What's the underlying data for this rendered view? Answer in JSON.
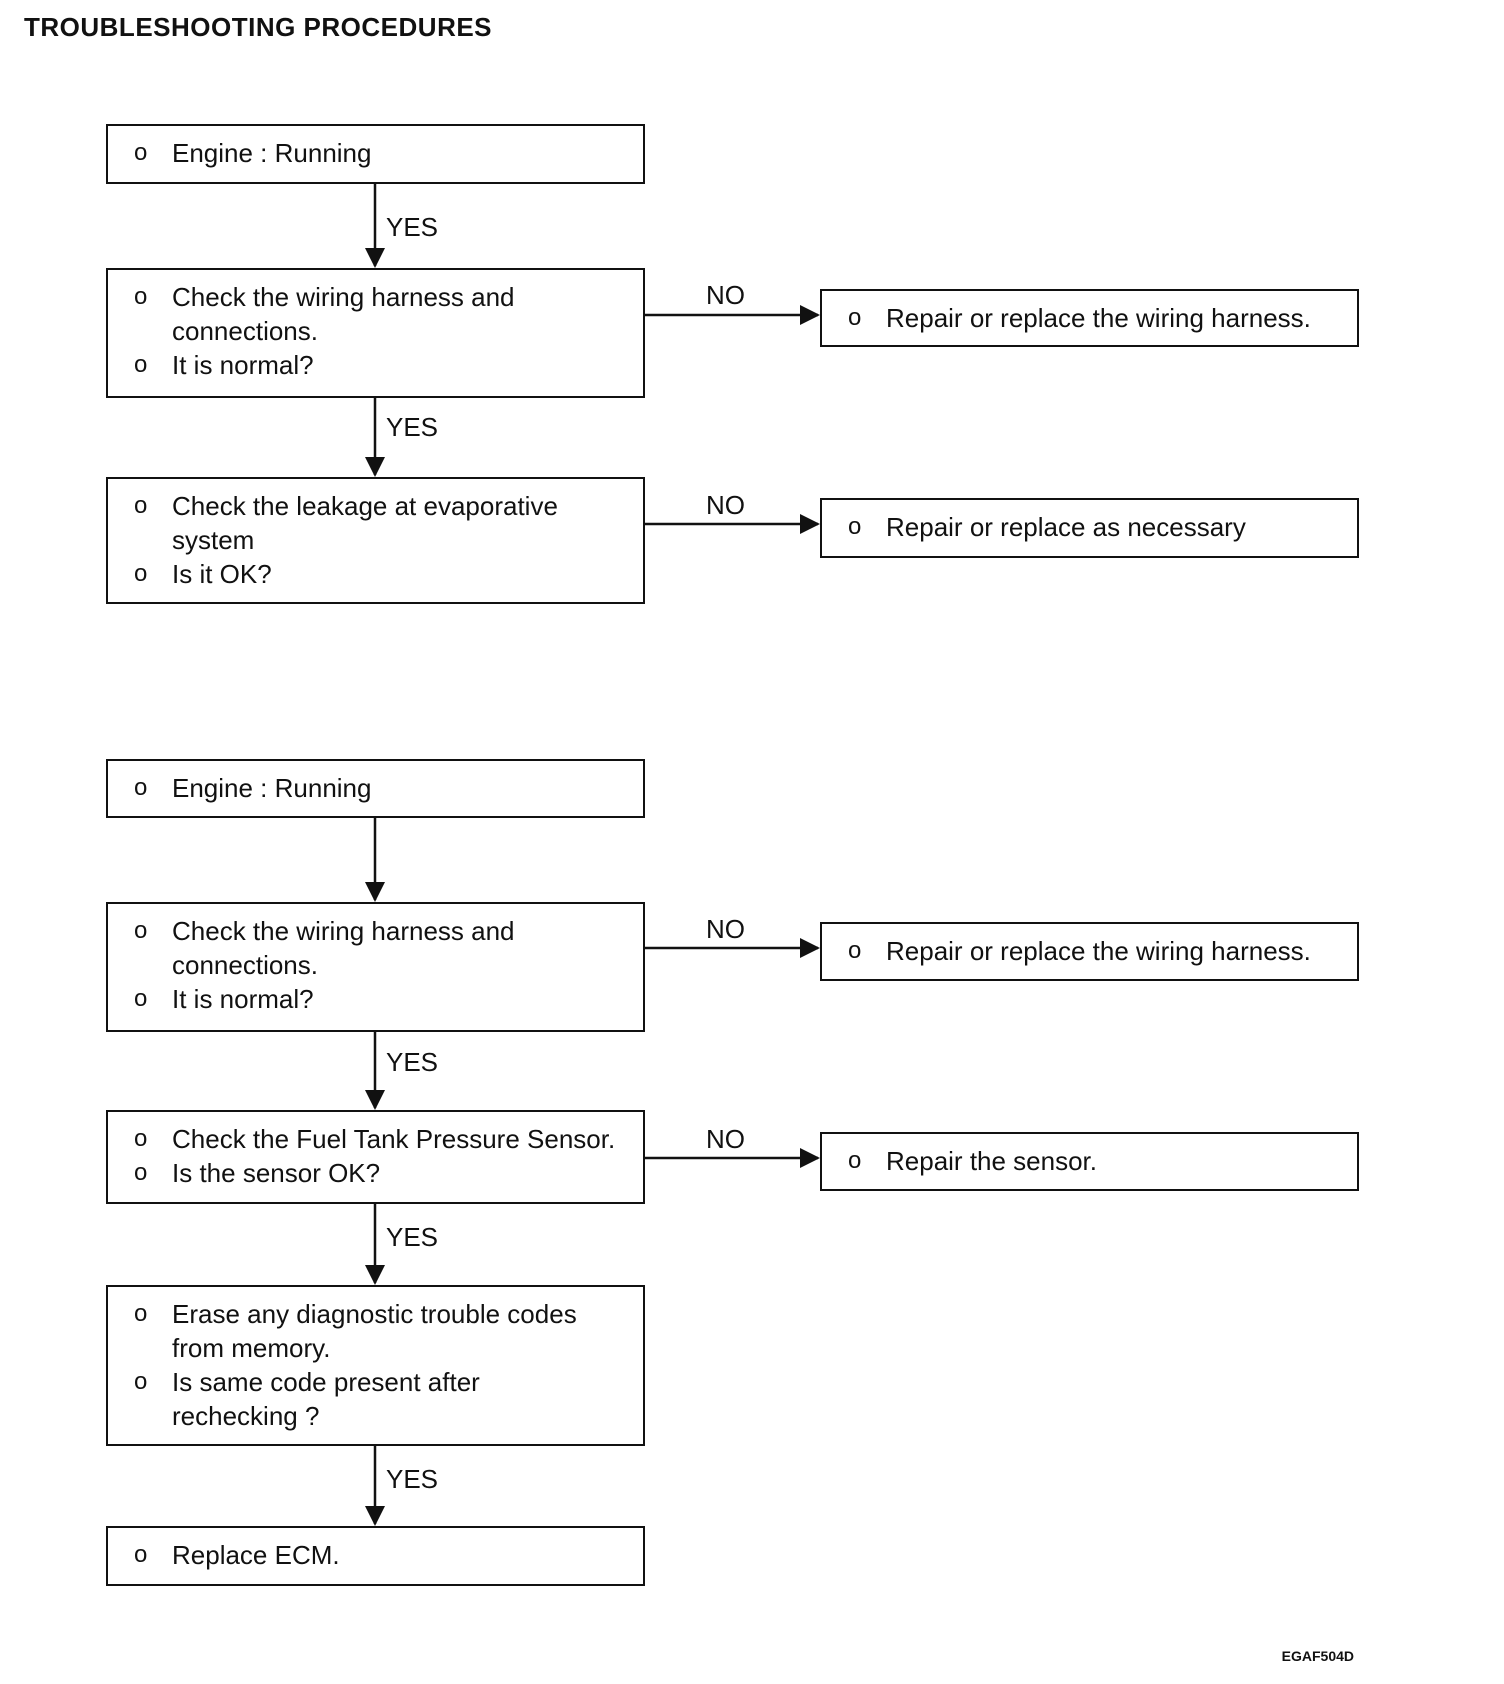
{
  "title": "TROUBLESHOOTING PROCEDURES",
  "figure_ref": "EGAF504D",
  "bullet": "o",
  "labels": {
    "yes": "YES",
    "no": "NO"
  },
  "flow1": {
    "b1": [
      "Engine : Running"
    ],
    "b2": [
      "Check the wiring harness and",
      "connections.",
      "It is normal?"
    ],
    "b2_no": [
      "Repair or replace the wiring harness."
    ],
    "b3": [
      "Check the leakage at evaporative",
      "system",
      "Is it OK?"
    ],
    "b3_no": [
      "Repair or replace as necessary"
    ]
  },
  "flow2": {
    "b1": [
      "Engine : Running"
    ],
    "b2": [
      "Check the wiring harness and",
      "connections.",
      "It is normal?"
    ],
    "b2_no": [
      "Repair or replace the wiring harness."
    ],
    "b3": [
      "Check the Fuel Tank Pressure Sensor.",
      "Is the sensor OK?"
    ],
    "b3_no": [
      "Repair the sensor."
    ],
    "b4": [
      "Erase any diagnostic trouble codes",
      "from memory.",
      "Is same code present after",
      "rechecking ?"
    ],
    "b5": [
      "Replace ECM."
    ]
  }
}
